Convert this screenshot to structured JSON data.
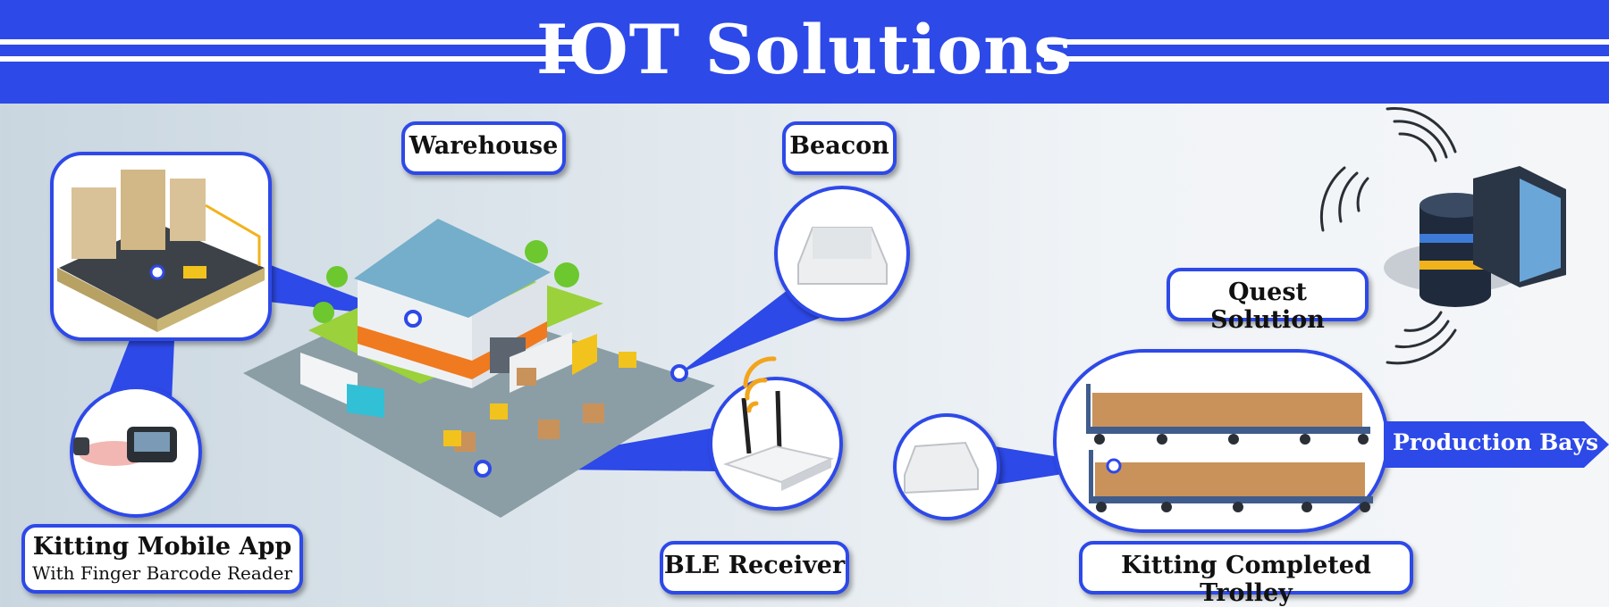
{
  "banner": {
    "title": "IOT Solutions"
  },
  "labels": {
    "warehouse": "Warehouse",
    "beacon": "Beacon",
    "quest_solution": "Quest Solution",
    "kitting_app_title": "Kitting Mobile App",
    "kitting_app_subtitle": "With Finger Barcode Reader",
    "ble_receiver": "BLE Receiver",
    "kitting_trolley": "Kitting Completed Trolley",
    "production_bays": "Production Bays"
  },
  "colors": {
    "brand_blue": "#2d49e8",
    "roof": "#74aecb",
    "ground": "#8b9ea5",
    "lawn": "#9bd13a",
    "stripe_orange": "#f07a1f",
    "box": "#c9925b",
    "trolley": "#3f5c8c"
  },
  "icons": [
    "wifi-signal-icon",
    "server-database-icon",
    "radio-waves-icon"
  ]
}
